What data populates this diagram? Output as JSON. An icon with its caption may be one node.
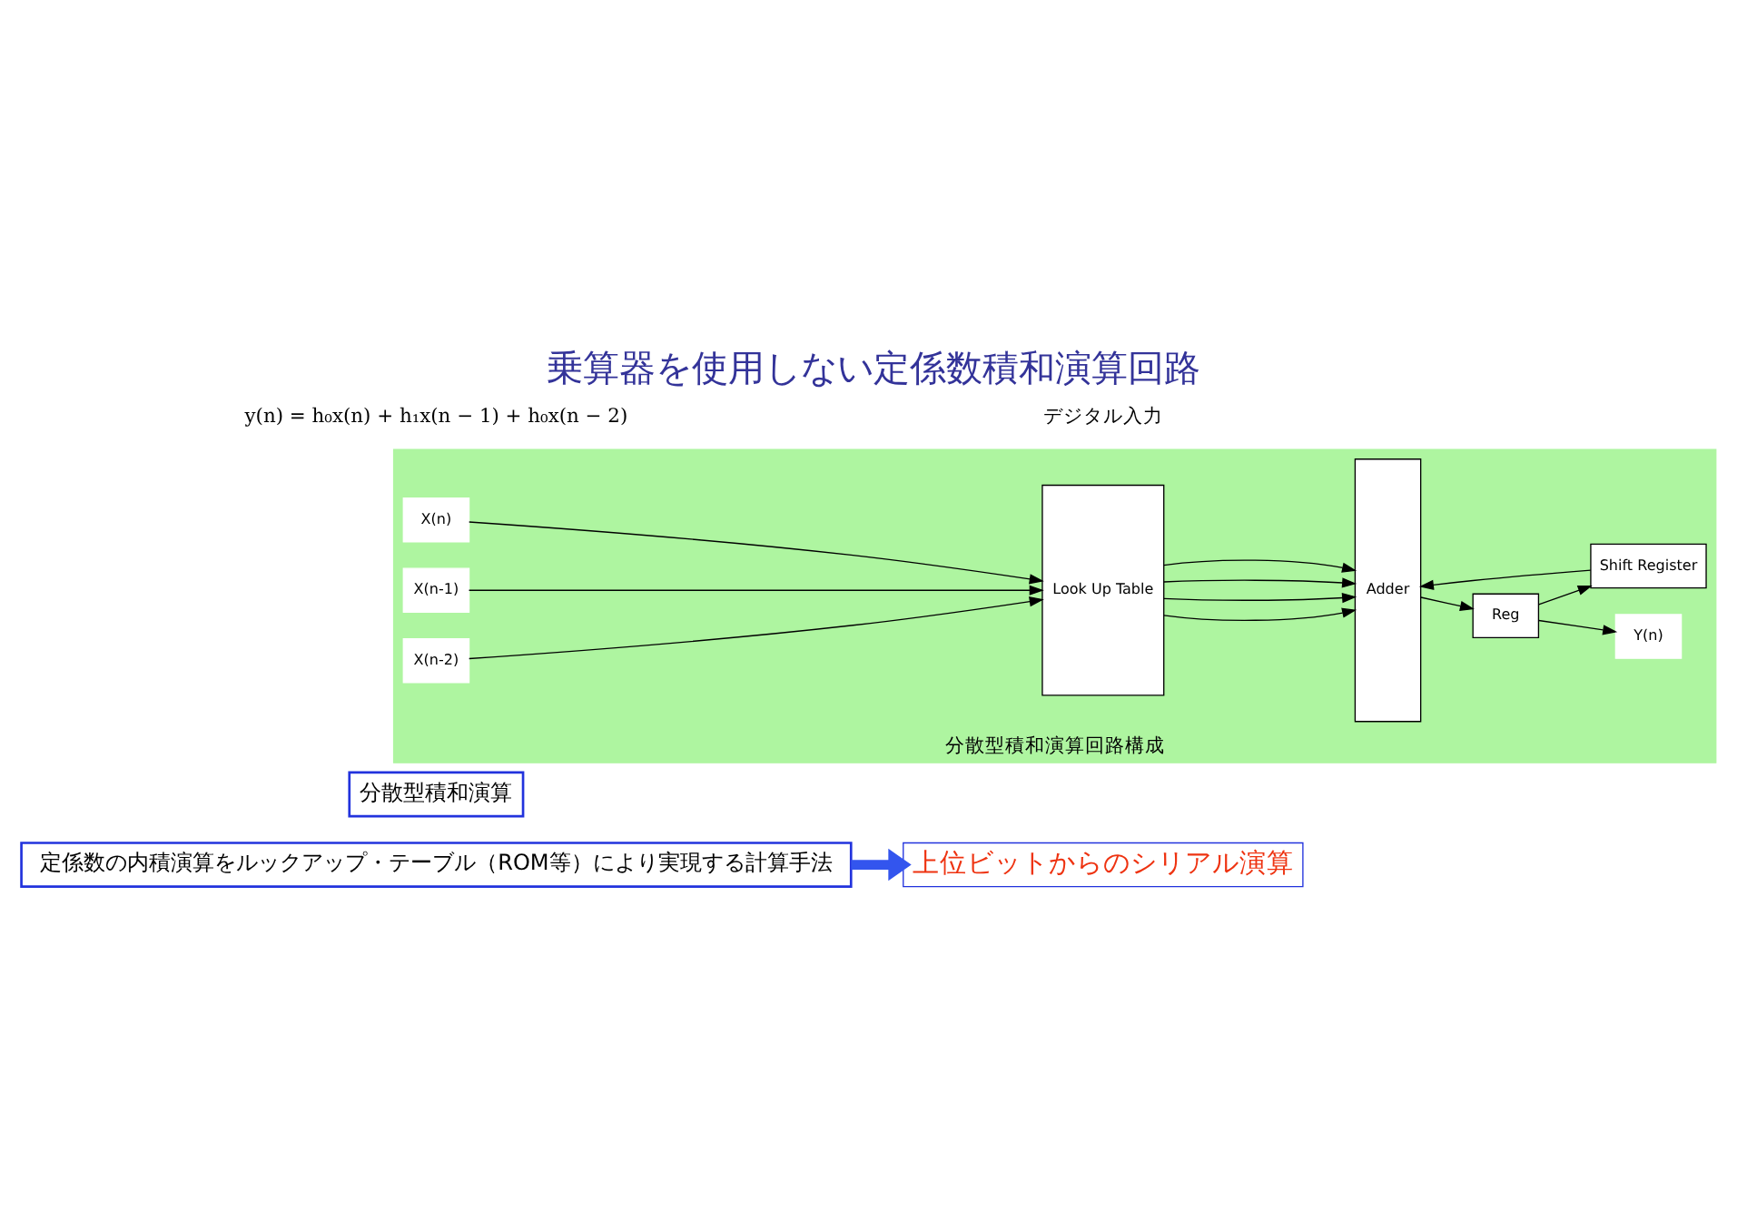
{
  "diagram": {
    "title": "乗算器を使用しない定係数積和演算回路",
    "nodes": [
      {
        "text": [
          "定係数の内積演算をルックアップ・テーブル（ROM等）により実現する計算手法"
        ]
      },
      {
        "text": [
          "分散型積和演算"
        ]
      },
      {
        "text": [
          "分散型積和演算回路構成"
        ]
      },
      {
        "text": [
          "X(n)"
        ],
        "in": 2
      },
      {
        "text": [
          "X(n-1)"
        ],
        "in": 2
      },
      {
        "text": [
          "X(n-2)"
        ],
        "in": 2
      },
      {
        "text": [
          "Look Up Table"
        ],
        "in": 2
      },
      {
        "text": [
          "Adder"
        ],
        "in": 2
      },
      {
        "text": [
          "Reg"
        ],
        "in": 2
      },
      {
        "text": [
          "Y(n)"
        ],
        "in": 2
      },
      {
        "text": [
          "Shift Register"
        ],
        "in": 2
      },
      {
        "text": [
          "上位ビットからのシリアル演算"
        ]
      }
    ],
    "edges": [
      {
        "from": 3,
        "to": 6,
        "arrow": "to"
      },
      {
        "from": 4,
        "to": 6,
        "arrow": "to"
      },
      {
        "from": 5,
        "to": 6,
        "arrow": "to"
      },
      {
        "from": 6,
        "to": 7,
        "arrow": "to"
      },
      {
        "from": 6,
        "to": 7,
        "arrow": "to"
      },
      {
        "from": 6,
        "to": 7,
        "arrow": "to"
      },
      {
        "from": 6,
        "to": 7,
        "arrow": "to"
      },
      {
        "from": 7,
        "to": 8,
        "arrow": "to"
      },
      {
        "from": 8,
        "to": 9,
        "arrow": "to"
      },
      {
        "from": 8,
        "to": 10,
        "arrow": "to"
      },
      {
        "from": 10,
        "to": 7,
        "arrow": "to"
      },
      {
        "from": 0,
        "to": 11,
        "arrow": "to",
        "style": "thick",
        "color": "#3355ee"
      }
    ],
    "labels": [
      "y(n) = h₀x(n) + h₁x(n − 1) + h₀x(n − 2)",
      "デジタル入力"
    ]
  }
}
